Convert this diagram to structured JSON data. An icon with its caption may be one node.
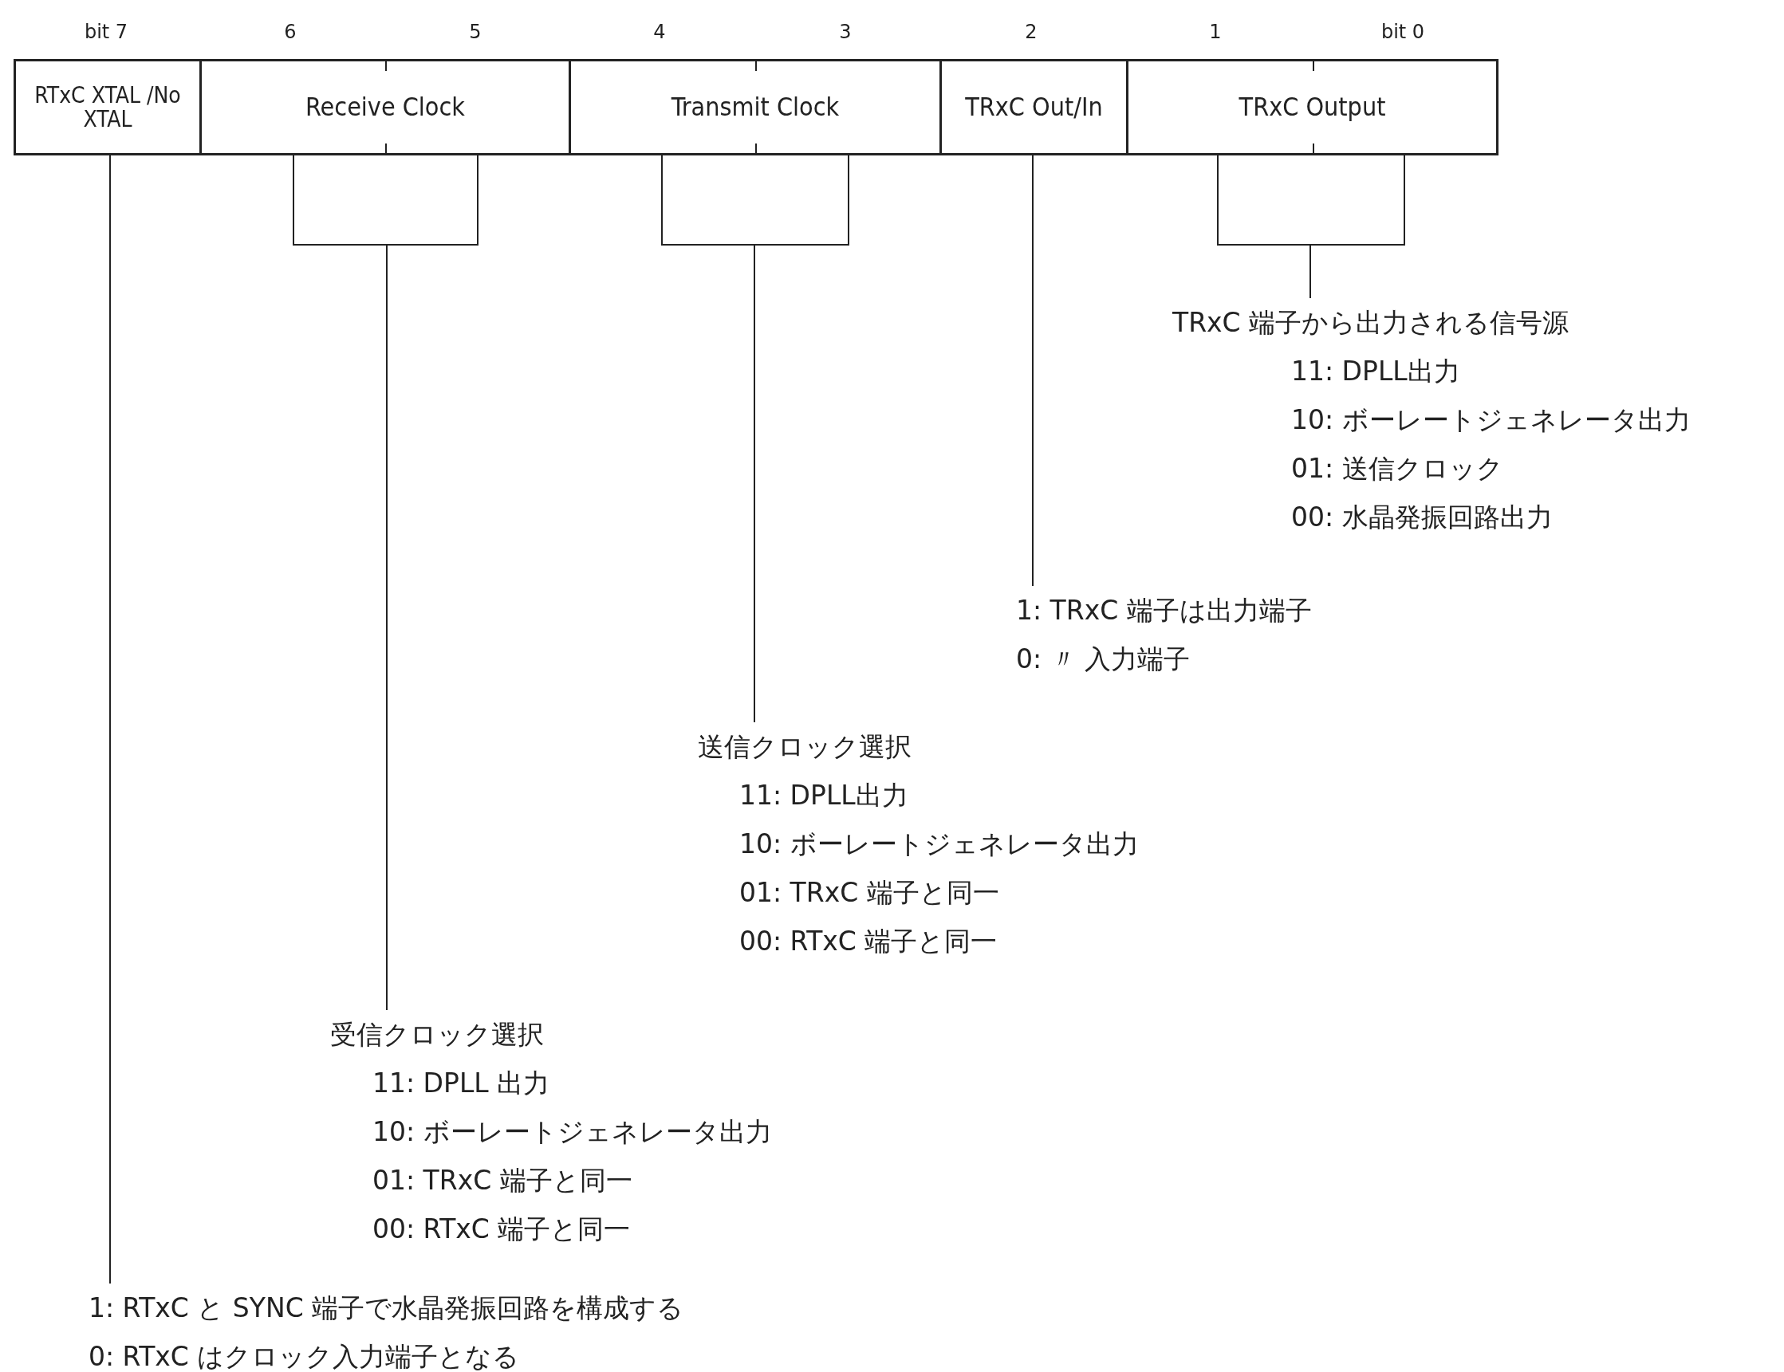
{
  "diagram": {
    "nodes": [
      {
        "text": [
          "RTxC XTAL /No XTAL"
        ]
      },
      {
        "text": [
          "Receive Clock"
        ]
      },
      {
        "text": [
          "Transmit Clock"
        ]
      },
      {
        "text": [
          "TRxC Out/In"
        ]
      },
      {
        "text": [
          "TRxC Output"
        ]
      },
      {
        "text": [
          "TRxC 端子から出力される信号源",
          "11: DPLL出力",
          "10: ボーレートジェネレータ出力",
          "01: 送信クロック",
          "00: 水晶発振回路出力"
        ]
      },
      {
        "text": [
          "1: TRxC 端子は出力端子",
          "0: 〃 入力端子"
        ]
      },
      {
        "text": [
          "送信クロック選択",
          "11: DPLL出力",
          "10: ボーレートジェネレータ出力",
          "01: TRxC 端子と同一",
          "00: RTxC 端子と同一"
        ]
      },
      {
        "text": [
          "受信クロック選択",
          "11: DPLL 出力",
          "10: ボーレートジェネレータ出力",
          "01: TRxC 端子と同一",
          "00: RTxC 端子と同一"
        ]
      },
      {
        "text": [
          "1: RTxC と SYNC 端子で水晶発振回路を構成する",
          "0: RTxC はクロック入力端子となる"
        ]
      }
    ],
    "edges": [
      {
        "from": 4,
        "to": 5,
        "arrow": "none"
      },
      {
        "from": 3,
        "to": 6,
        "arrow": "none"
      },
      {
        "from": 2,
        "to": 7,
        "arrow": "none"
      },
      {
        "from": 1,
        "to": 8,
        "arrow": "none"
      },
      {
        "from": 0,
        "to": 9,
        "arrow": "none"
      }
    ],
    "labels": [
      "bit 7",
      "6",
      "5",
      "4",
      "3",
      "2",
      "1",
      "bit 0"
    ]
  }
}
